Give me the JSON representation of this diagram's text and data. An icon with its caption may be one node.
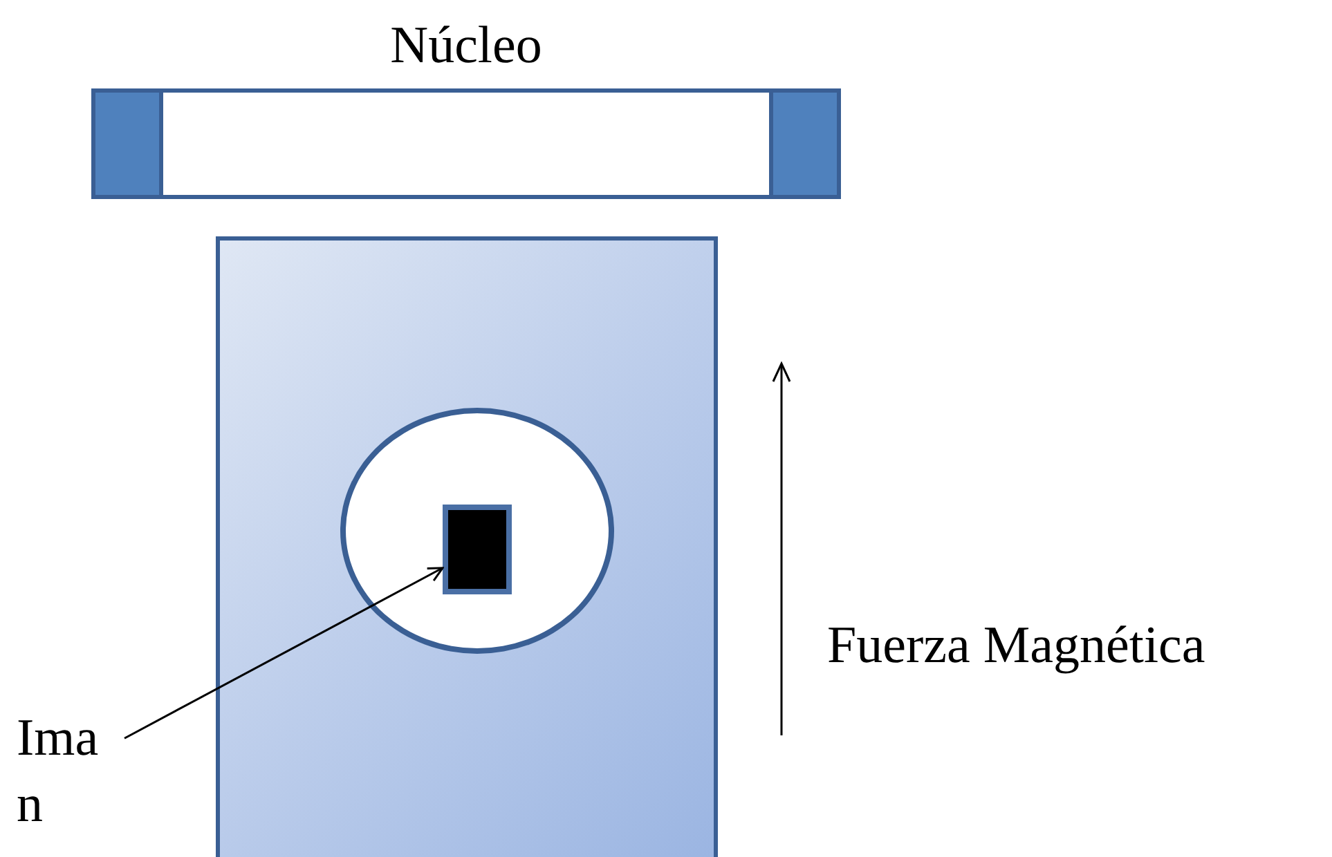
{
  "diagram": {
    "nodes": [
      {
        "text": [
          "Núcleo"
        ]
      },
      {
        "text": [],
        "shape": "box"
      },
      {
        "text": [],
        "shape": "circle",
        "in": 1
      },
      {
        "text": [],
        "shape": "box",
        "in": 2
      },
      {
        "text": [
          "Ima n"
        ]
      }
    ],
    "edges": [
      {
        "from": 4,
        "to": 3,
        "arrow": "to"
      }
    ],
    "labels": [
      "Fuerza Magnética"
    ]
  }
}
